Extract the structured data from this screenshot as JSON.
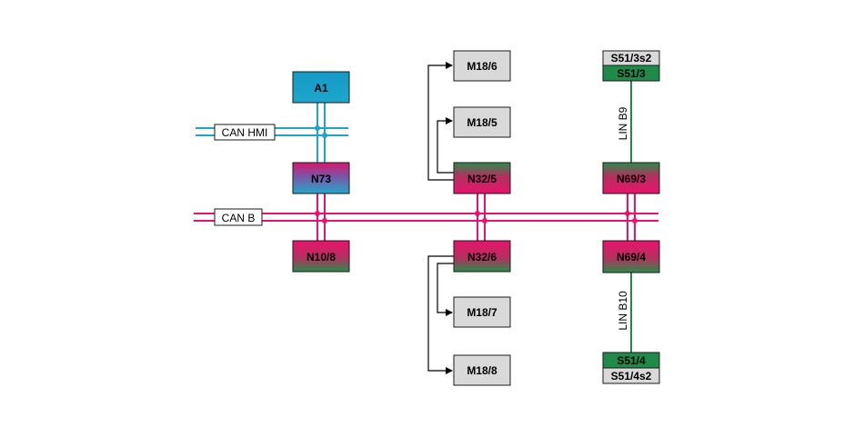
{
  "colors": {
    "can_hmi": "#1fa3c9",
    "can_b": "#e8136f",
    "lin": "#1f8a49",
    "module_grey": "#d9d9d9",
    "module_cyan": "#1a9fc7",
    "module_magenta": "#e6136c",
    "module_green": "#2b8a4a",
    "module_blue": "#3b7ec0"
  },
  "buses": {
    "can_hmi": {
      "label": "CAN HMI"
    },
    "can_b": {
      "label": "CAN B"
    },
    "lin_b9": {
      "label": "LIN B9"
    },
    "lin_b10": {
      "label": "LIN B10"
    }
  },
  "modules": {
    "a1": "A1",
    "n73": "N73",
    "n10_8": "N10/8",
    "m18_6": "M18/6",
    "m18_5": "M18/5",
    "n32_5": "N32/5",
    "n32_6": "N32/6",
    "m18_7": "M18/7",
    "m18_8": "M18/8",
    "s51_3s2": "S51/3s2",
    "s51_3": "S51/3",
    "n69_3": "N69/3",
    "n69_4": "N69/4",
    "s51_4": "S51/4",
    "s51_4s2": "S51/4s2"
  }
}
